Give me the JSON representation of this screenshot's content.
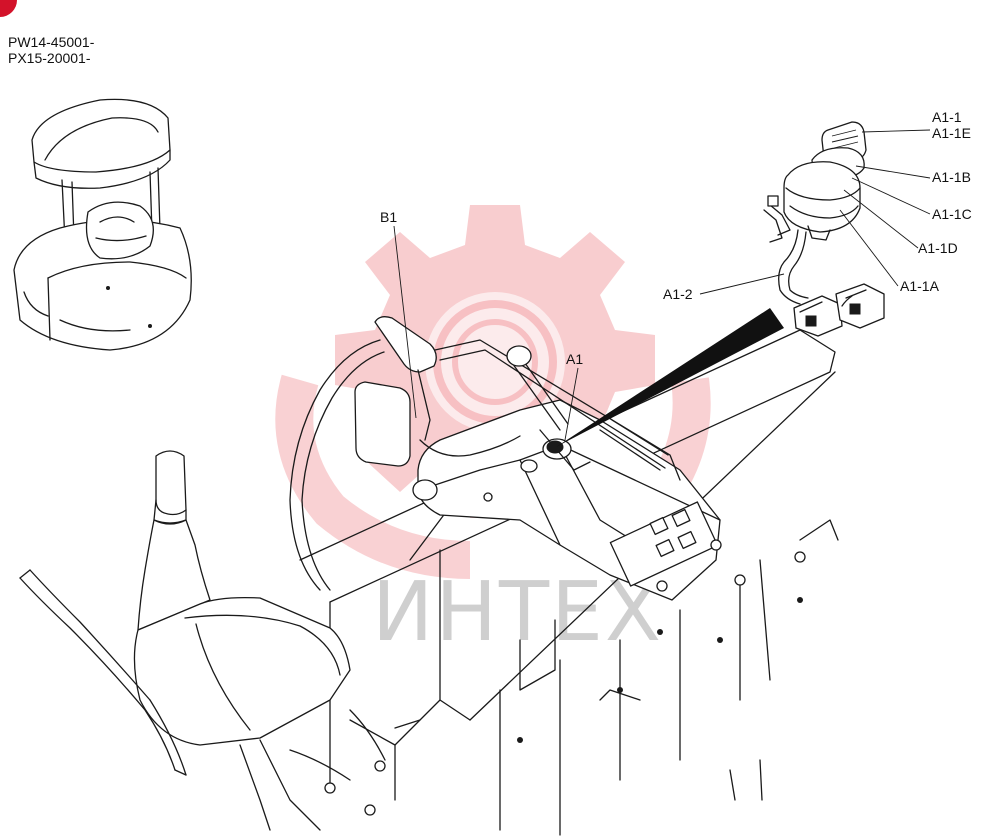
{
  "serials": [
    "PW14-45001-",
    "PX15-20001-"
  ],
  "watermark": "ИНТЕХ",
  "callouts": {
    "b1": "B1",
    "a1": "A1",
    "a1_1": "A1-1",
    "a1_1e": "A1-1E",
    "a1_1b": "A1-1B",
    "a1_1c": "A1-1C",
    "a1_1d": "A1-1D",
    "a1_1a": "A1-1A",
    "a1_2": "A1-2"
  },
  "colors": {
    "watermark_gear": "#f3a4a8",
    "watermark_text": "#cfcfcf",
    "corner_marker": "#d3122a",
    "line": "#1a1a1a"
  },
  "icons": [
    "corner-marker",
    "watermark-gear",
    "ignition-key-switch"
  ]
}
